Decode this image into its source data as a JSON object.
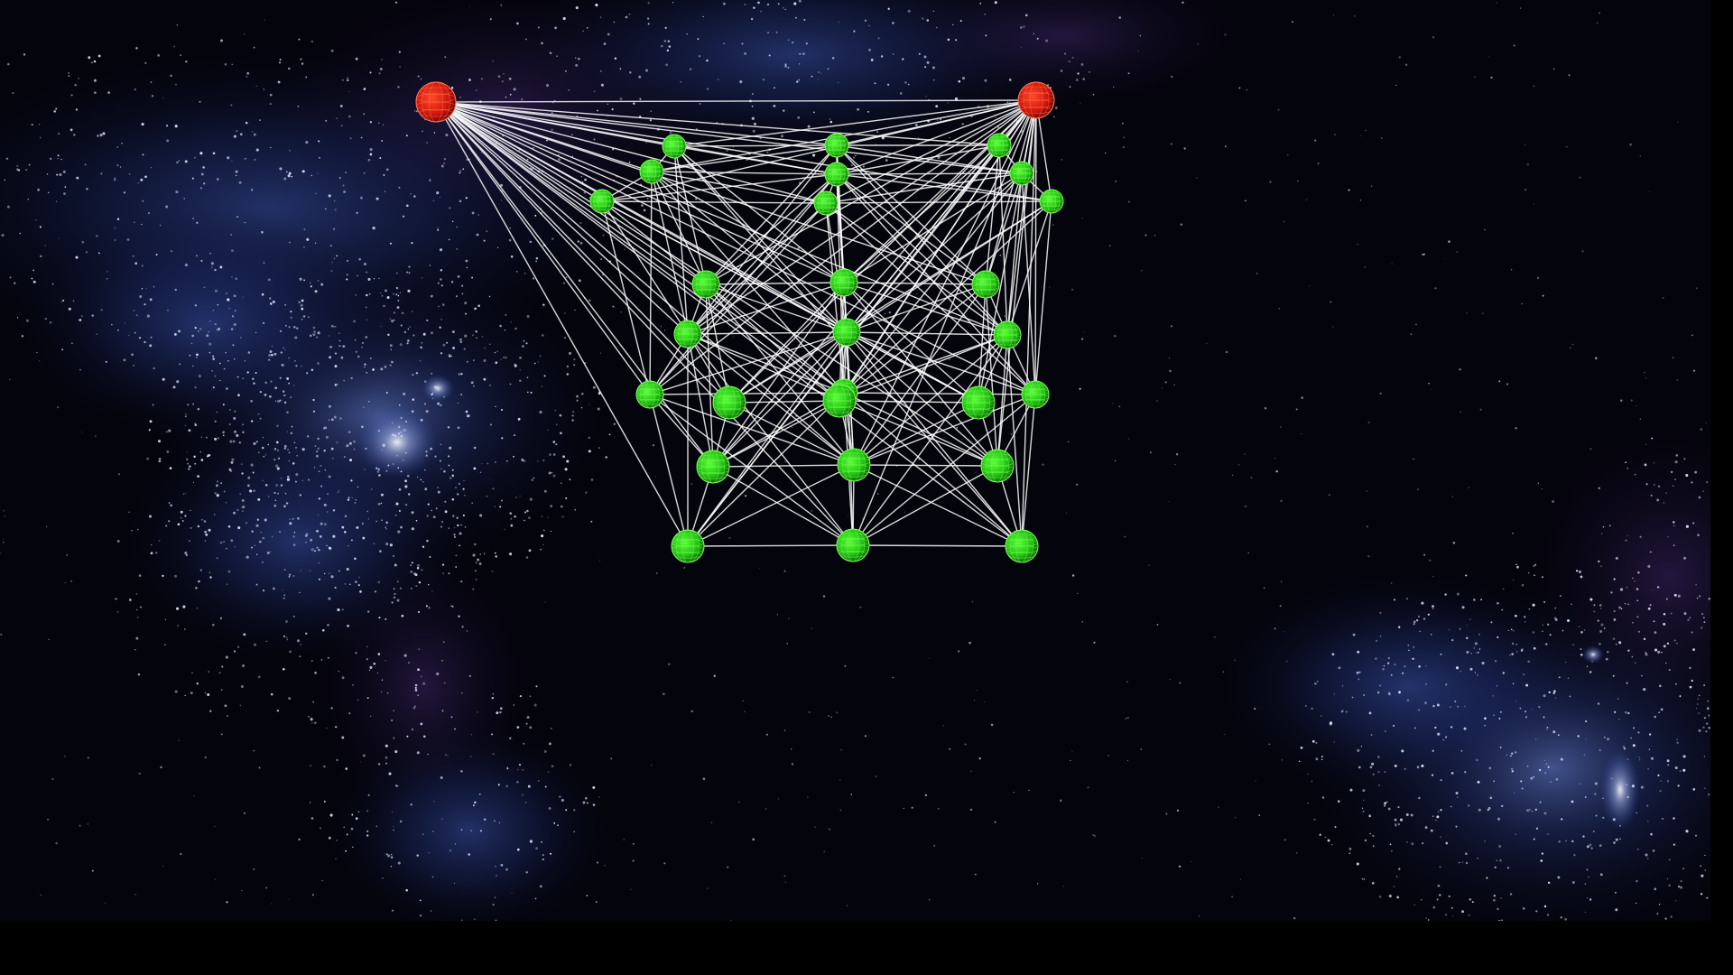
{
  "scene": {
    "background": "#04040c",
    "nebula_colors": [
      "#1c2f6e",
      "#2a3d8a",
      "#3b2060",
      "#142250"
    ],
    "star_color": "#dfe8ff",
    "edge_color": "#ffffff",
    "anchor_node_color": "#e01a0a",
    "grid_node_color": "#2ecc1a",
    "anchor_count": 2,
    "grid_node_count": 27,
    "grid_size": "3x3x3"
  }
}
